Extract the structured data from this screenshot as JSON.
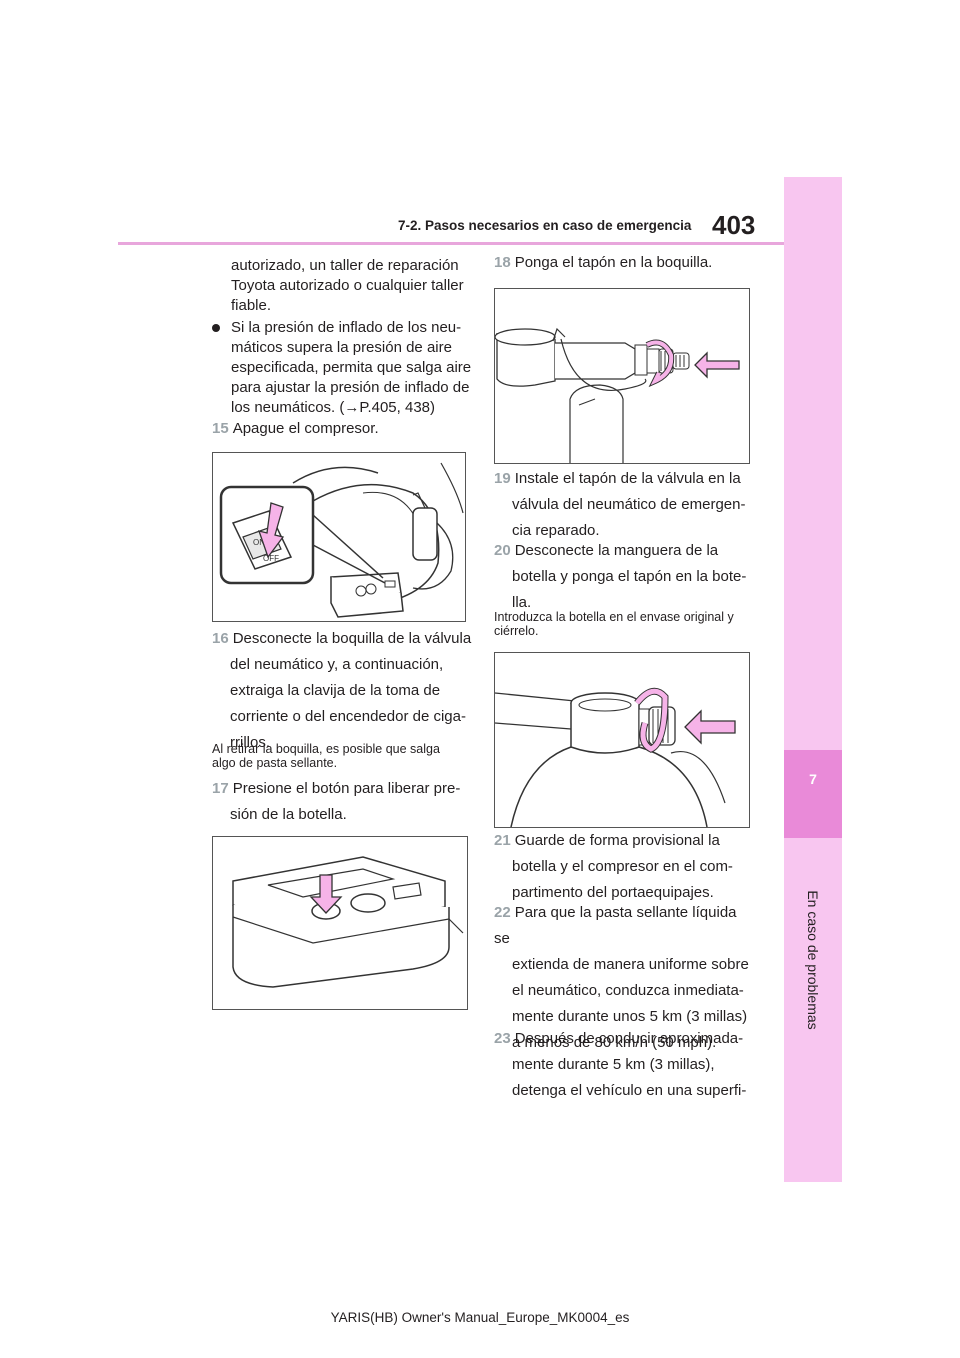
{
  "header": {
    "section": "7-2. Pasos necesarios en caso de emergencia",
    "page_number": "403"
  },
  "side_tab": {
    "chapter_number": "7",
    "chapter_title": "En caso de problemas"
  },
  "left_column": {
    "intro_lines": [
      "autorizado, un taller de reparación",
      "Toyota autorizado o cualquier taller",
      "fiable."
    ],
    "bullet": {
      "lines": [
        "Si la presión de inflado de los neu-",
        "máticos supera la presión de aire",
        "especificada, permita que salga aire",
        "para ajustar la presión de inflado de",
        "los neumáticos. (→P.405, 438)"
      ]
    },
    "step15": {
      "num": "15",
      "text": "Apague el compresor."
    },
    "fig1_labels": {
      "on": "ON",
      "off": "OFF"
    },
    "step16": {
      "num": "16",
      "line1": "Desconecte la boquilla de la válvula",
      "lines": [
        "del neumático y, a continuación,",
        "extraiga la clavija de la toma de",
        "corriente o del encendedor de ciga-",
        "rrillos."
      ]
    },
    "note16": [
      "Al retirar la boquilla, es posible que salga",
      "algo de pasta sellante."
    ],
    "step17": {
      "num": "17",
      "line1": "Presione el botón para liberar pre-",
      "lines": [
        "sión de la botella."
      ]
    }
  },
  "right_column": {
    "step18": {
      "num": "18",
      "text": "Ponga el tapón en la boquilla."
    },
    "step19": {
      "num": "19",
      "line1": "Instale el tapón de la válvula en la",
      "lines": [
        "válvula del neumático de emergen-",
        "cia reparado."
      ]
    },
    "step20": {
      "num": "20",
      "line1": "Desconecte la manguera de la",
      "lines": [
        "botella y ponga el tapón en la bote-",
        "lla."
      ]
    },
    "note20": [
      "Introduzca la botella en el envase original y",
      "ciérrelo."
    ],
    "step21": {
      "num": "21",
      "line1": "Guarde de forma provisional la",
      "lines": [
        "botella y el compresor en el com-",
        "partimento del portaequipajes."
      ]
    },
    "step22": {
      "num": "22",
      "line1": "Para que la pasta sellante líquida se",
      "lines": [
        "extienda de manera uniforme sobre",
        "el neumático, conduzca inmediata-",
        "mente durante unos 5 km (3 millas)",
        "a menos de 80 km/h (50 mph)."
      ]
    },
    "step23": {
      "num": "23",
      "line1": "Después de conducir aproximada-",
      "lines": [
        "mente durante 5 km (3 millas),",
        "detenga el vehículo en una superfi-"
      ]
    }
  },
  "footer": {
    "text": "YARIS(HB) Owner's Manual_Europe_MK0004_es"
  },
  "colors": {
    "accent_pink": "#e98ad8",
    "tab_pink": "#f8c6f0",
    "arrow_pink": "#f6b3e8",
    "step_grey": "#9aa3a8"
  }
}
